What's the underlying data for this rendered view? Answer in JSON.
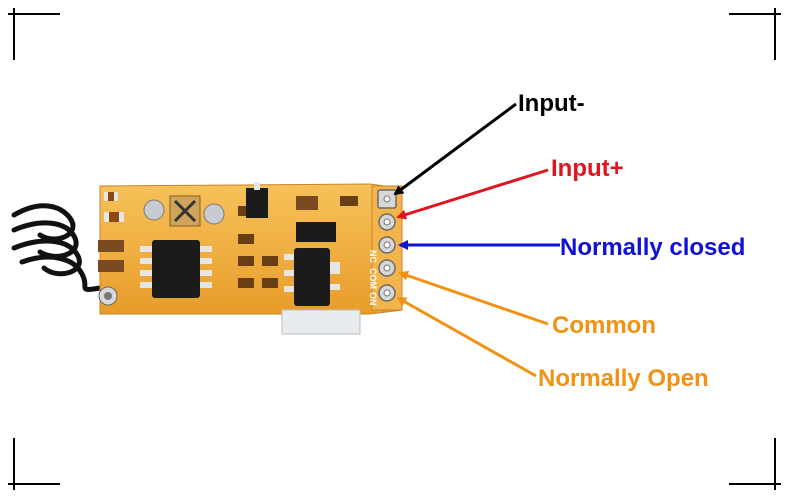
{
  "labels": {
    "input_minus": "Input-",
    "input_plus": "Input+",
    "normally_closed": "Normally closed",
    "common": "Common",
    "normally_open": "Normally Open"
  },
  "board_markings": {
    "nc": "NC",
    "com": "COM",
    "on": "ON"
  },
  "colors": {
    "input_minus": "#000000",
    "input_plus": "#e0141e",
    "normally_closed": "#1010d8",
    "common": "#f29213",
    "normally_open": "#f29213",
    "board": "#f0ad3a"
  }
}
